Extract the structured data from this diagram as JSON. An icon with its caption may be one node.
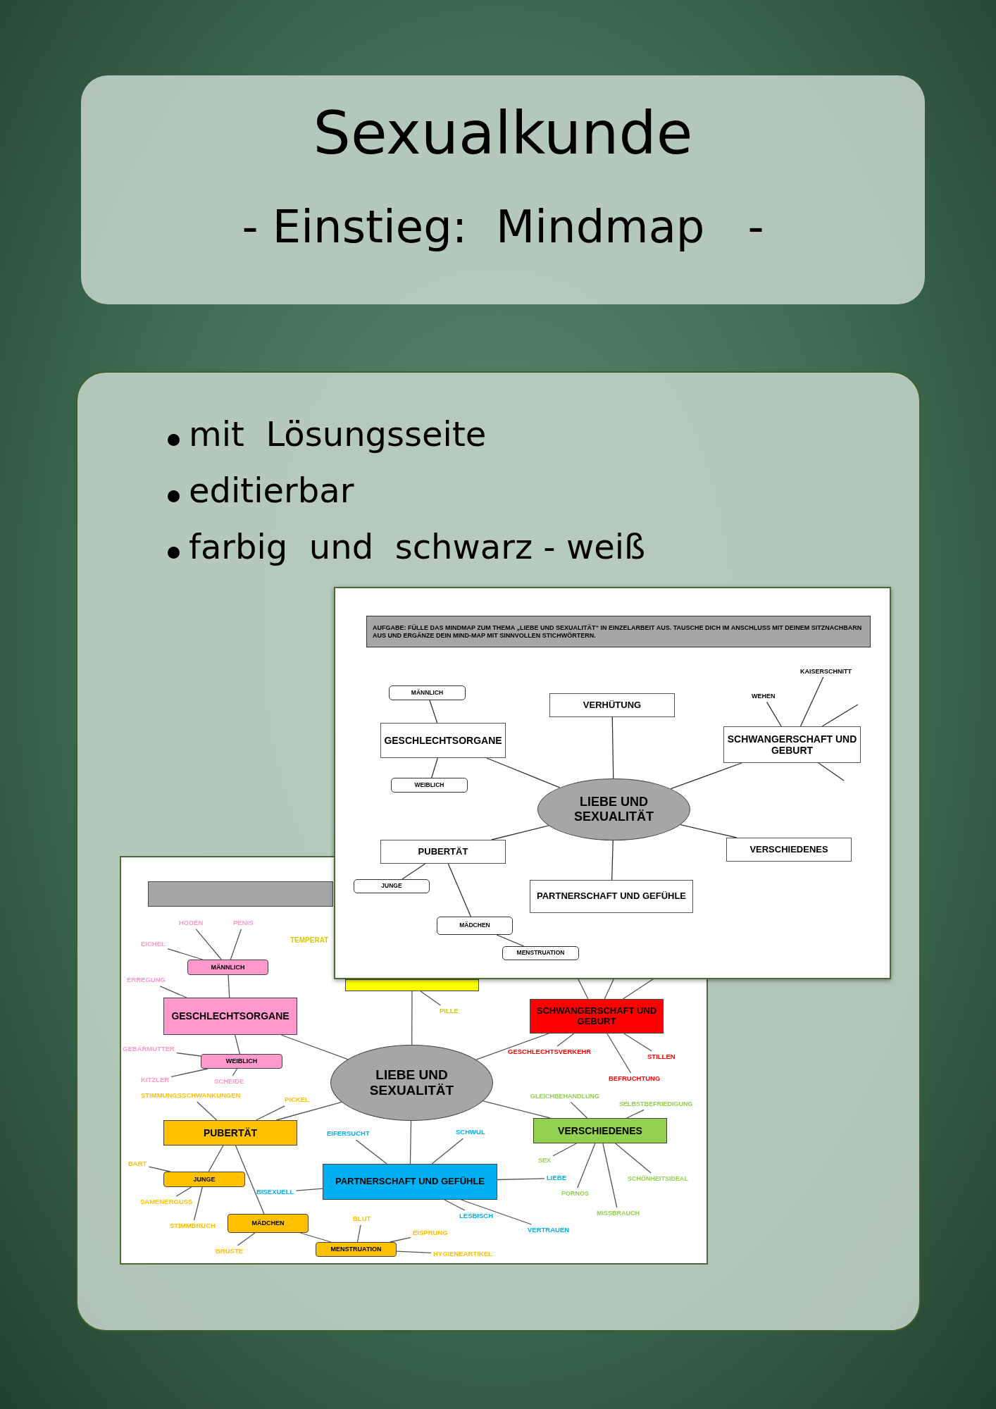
{
  "diagram": {
    "title": "Sexualkunde",
    "nodes": [
      {
        "text": [
          "AUFGABE: FÜLLE DAS MINDMAP ZUM THEMA „LIEBE UND SEXUALITÄT“ IN EINZELARBEIT AUS. TAUSCHE DICH IM ANSCHLUSS MIT DEINEM SITZNACHBARN AUS UND ERGÄNZE DEIN MIND-MAP MIT SINNVOLLEN STICHWÖRTERN."
        ]
      },
      {
        "text": [
          "MÄNNLICH"
        ]
      },
      {
        "text": [
          "VERHÜTUNG"
        ]
      },
      {
        "text": [
          "KAISERSCHNITT"
        ]
      },
      {
        "text": [
          "WEHEN"
        ]
      },
      {
        "text": [
          "GESCHLECHTSORGANE"
        ]
      },
      {
        "text": [
          "SCHWANGERSCHAFT UND GEBURT"
        ]
      },
      {
        "text": [
          "WEIBLICH"
        ]
      },
      {
        "text": [
          "LIEBE UND SEXUALITÄT"
        ]
      },
      {
        "text": [
          "PUBERTÄT"
        ]
      },
      {
        "text": [
          "VERSCHIEDENES"
        ]
      },
      {
        "text": [
          "JUNGE"
        ]
      },
      {
        "text": [
          "PARTNERSCHAFT UND GEFÜHLE"
        ]
      },
      {
        "text": [
          "MÄDCHEN"
        ]
      },
      {
        "text": [
          "MENSTRUATION"
        ]
      },
      {
        "text": [],
        "shape": "bar"
      },
      {
        "text": [
          "HODEN"
        ]
      },
      {
        "text": [
          "PENIS"
        ]
      },
      {
        "text": [
          "EICHEL"
        ]
      },
      {
        "text": [
          "MÄNNLICH"
        ]
      },
      {
        "text": [
          "ERREGUNG"
        ]
      },
      {
        "text": [],
        "shape": "bar"
      },
      {
        "text": [
          "PILLE"
        ]
      },
      {
        "text": [
          "GESCHLECHTSORGANE"
        ]
      },
      {
        "text": [
          "SCHWANGERSCHAFT UND GEBURT"
        ]
      },
      {
        "text": [
          "GEBÄRMUTTER"
        ]
      },
      {
        "text": [
          "GESCHLECHTSVERKEHR"
        ]
      },
      {
        "text": [
          "STILLEN"
        ]
      },
      {
        "text": [
          "WEIBLICH"
        ]
      },
      {
        "text": [
          "LIEBE UND SEXUALITÄT"
        ]
      },
      {
        "text": [
          "KITZLER"
        ]
      },
      {
        "text": [
          "SCHEIDE"
        ]
      },
      {
        "text": [
          "BEFRUCHTUNG"
        ]
      },
      {
        "text": [
          "STIMMUNGSSCHWANKUNGEN"
        ]
      },
      {
        "text": [
          "PICKEL"
        ]
      },
      {
        "text": [
          "GLEICHBEHANDLUNG"
        ]
      },
      {
        "text": [
          "SELBSTBEFRIEDIGUNG"
        ]
      },
      {
        "text": [
          "PUBERTÄT"
        ]
      },
      {
        "text": [
          "VERSCHIEDENES"
        ]
      },
      {
        "text": [
          "EIFERSUCHT"
        ]
      },
      {
        "text": [
          "SCHWUL"
        ]
      },
      {
        "text": [
          "BART"
        ]
      },
      {
        "text": [
          "JUNGE"
        ]
      },
      {
        "text": [
          "SEX"
        ]
      },
      {
        "text": [
          "PARTNERSCHAFT UND GEFÜHLE"
        ]
      },
      {
        "text": [
          "LIEBE"
        ]
      },
      {
        "text": [
          "BISEXUELL"
        ]
      },
      {
        "text": [
          "SAMENERGUSS"
        ]
      },
      {
        "text": [
          "PORNOS"
        ]
      },
      {
        "text": [
          "SCHÖNHEITSIDEAL"
        ]
      },
      {
        "text": [
          "STIMMBRUCH"
        ]
      },
      {
        "text": [
          "MÄDCHEN"
        ]
      },
      {
        "text": [
          "BLUT"
        ]
      },
      {
        "text": [
          "LESBISCH"
        ]
      },
      {
        "text": [
          "MISSBRAUCH"
        ]
      },
      {
        "text": [
          "VERTRAUEN"
        ]
      },
      {
        "text": [
          "EISPRUNG"
        ]
      },
      {
        "text": [
          "MENSTRUATION"
        ]
      },
      {
        "text": [
          "BRÜSTE"
        ]
      },
      {
        "text": [
          "HYGIENEARTIKEL"
        ]
      }
    ],
    "edges": [
      {
        "from": 5,
        "to": 1,
        "arrow": "none"
      },
      {
        "from": 5,
        "to": 7,
        "arrow": "none"
      },
      {
        "from": 8,
        "to": 5,
        "arrow": "none"
      },
      {
        "from": 8,
        "to": 2,
        "arrow": "none"
      },
      {
        "from": 8,
        "to": 6,
        "arrow": "none"
      },
      {
        "from": 8,
        "to": 9,
        "arrow": "none"
      },
      {
        "from": 8,
        "to": 10,
        "arrow": "none"
      },
      {
        "from": 8,
        "to": 12,
        "arrow": "none"
      },
      {
        "from": 9,
        "to": 11,
        "arrow": "none"
      },
      {
        "from": 9,
        "to": 13,
        "arrow": "none"
      },
      {
        "from": 13,
        "to": 14,
        "arrow": "none"
      },
      {
        "from": 6,
        "to": 4,
        "arrow": "none"
      },
      {
        "from": 6,
        "to": 3,
        "arrow": "none"
      },
      {
        "from": 6,
        "to": null,
        "arrow": "none"
      },
      {
        "from": 6,
        "to": null,
        "arrow": "none"
      },
      {
        "from": 19,
        "to": 16,
        "arrow": "none"
      },
      {
        "from": 19,
        "to": 17,
        "arrow": "none"
      },
      {
        "from": 19,
        "to": 18,
        "arrow": "none"
      },
      {
        "from": 23,
        "to": 19,
        "arrow": "none"
      },
      {
        "from": 23,
        "to": 20,
        "arrow": "none"
      },
      {
        "from": 23,
        "to": 28,
        "arrow": "none"
      },
      {
        "from": 28,
        "to": 25,
        "arrow": "none"
      },
      {
        "from": 28,
        "to": 30,
        "arrow": "none"
      },
      {
        "from": 28,
        "to": 31,
        "arrow": "none"
      },
      {
        "from": 29,
        "to": 23,
        "arrow": "none"
      },
      {
        "from": 29,
        "to": 21,
        "arrow": "none"
      },
      {
        "from": 21,
        "to": 22,
        "arrow": "none"
      },
      {
        "from": 29,
        "to": 24,
        "arrow": "none"
      },
      {
        "from": 24,
        "to": 26,
        "arrow": "none"
      },
      {
        "from": 24,
        "to": 27,
        "arrow": "none"
      },
      {
        "from": 24,
        "to": 32,
        "arrow": "none"
      },
      {
        "from": 24,
        "to": null,
        "arrow": "none"
      },
      {
        "from": 24,
        "to": null,
        "arrow": "none"
      },
      {
        "from": 24,
        "to": null,
        "arrow": "none"
      },
      {
        "from": 29,
        "to": 37,
        "arrow": "none"
      },
      {
        "from": 37,
        "to": 33,
        "arrow": "none"
      },
      {
        "from": 37,
        "to": 34,
        "arrow": "none"
      },
      {
        "from": 37,
        "to": 42,
        "arrow": "none"
      },
      {
        "from": 37,
        "to": 51,
        "arrow": "none"
      },
      {
        "from": 42,
        "to": 41,
        "arrow": "none"
      },
      {
        "from": 42,
        "to": 47,
        "arrow": "none"
      },
      {
        "from": 42,
        "to": 50,
        "arrow": "none"
      },
      {
        "from": 51,
        "to": 58,
        "arrow": "none"
      },
      {
        "from": 51,
        "to": 57,
        "arrow": "none"
      },
      {
        "from": 57,
        "to": 52,
        "arrow": "none"
      },
      {
        "from": 57,
        "to": 56,
        "arrow": "none"
      },
      {
        "from": 57,
        "to": 59,
        "arrow": "none"
      },
      {
        "from": 29,
        "to": 44,
        "arrow": "none"
      },
      {
        "from": 44,
        "to": 39,
        "arrow": "none"
      },
      {
        "from": 44,
        "to": 40,
        "arrow": "none"
      },
      {
        "from": 44,
        "to": 46,
        "arrow": "none"
      },
      {
        "from": 44,
        "to": 45,
        "arrow": "none"
      },
      {
        "from": 44,
        "to": 53,
        "arrow": "none"
      },
      {
        "from": 44,
        "to": 55,
        "arrow": "none"
      },
      {
        "from": 29,
        "to": 38,
        "arrow": "none"
      },
      {
        "from": 38,
        "to": 35,
        "arrow": "none"
      },
      {
        "from": 38,
        "to": 36,
        "arrow": "none"
      },
      {
        "from": 38,
        "to": 43,
        "arrow": "none"
      },
      {
        "from": 38,
        "to": 48,
        "arrow": "none"
      },
      {
        "from": 38,
        "to": 54,
        "arrow": "none"
      },
      {
        "from": 38,
        "to": 49,
        "arrow": "none"
      }
    ],
    "labels": [
      "- Einstieg:  Mindmap   -",
      "mit  Lösungsseite",
      "editierbar",
      "farbig  und  schwarz - weiß",
      "TEMPERAT"
    ]
  }
}
